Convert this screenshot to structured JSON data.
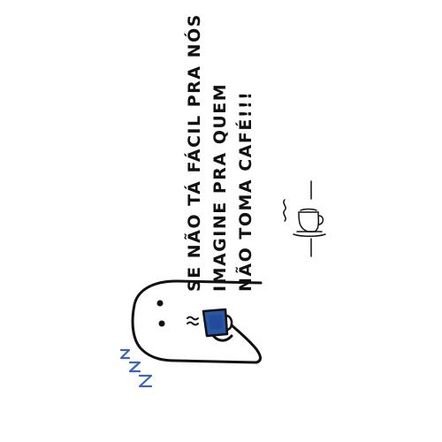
{
  "message": {
    "line1": "SE NÃO TÁ FÁCIL PRA NÓS",
    "line2": "IMAGINE PRA QUEM",
    "line3": "NÃO TOMA CAFÉ!!!"
  },
  "colors": {
    "ink": "#111111",
    "cup": "#2a56a8",
    "zzz": "#3a66b8",
    "background": "#ffffff"
  },
  "icons": [
    "character",
    "coffee-cup",
    "zzz",
    "steam",
    "teacup-icon"
  ]
}
